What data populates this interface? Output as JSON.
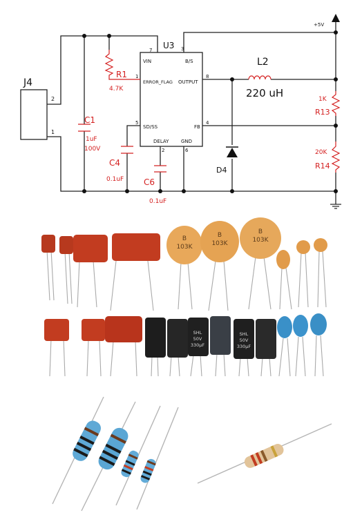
{
  "schematic": {
    "connector": {
      "ref": "J4",
      "pins": [
        "2",
        "1"
      ]
    },
    "ic": {
      "ref": "U3",
      "pins": {
        "vin": {
          "num": "7",
          "name": "VIN"
        },
        "error_flag": {
          "num": "1",
          "name": "ERROR_FLAG"
        },
        "sd_ss": {
          "num": "5",
          "name": "SD/SS"
        },
        "delay": {
          "num": "2",
          "name": "DELAY"
        },
        "gnd": {
          "num": "6",
          "name": "GND"
        },
        "bs": {
          "num": "3",
          "name": "B/S"
        },
        "output": {
          "num": "8",
          "name": "OUTPUT"
        },
        "fb": {
          "num": "4",
          "name": "FB"
        }
      }
    },
    "supply_label": "+5V",
    "components": {
      "R1": {
        "ref": "R1",
        "value": "4.7K"
      },
      "C1": {
        "ref": "C1",
        "value": "1uF",
        "voltage": "100V"
      },
      "C4": {
        "ref": "C4",
        "value": "0.1uF"
      },
      "C6": {
        "ref": "C6",
        "value": "0.1uF"
      },
      "L2": {
        "ref": "L2",
        "value": "220 uH"
      },
      "D4": {
        "ref": "D4"
      },
      "R13": {
        "ref": "R13",
        "value": "1K"
      },
      "R14": {
        "ref": "R14",
        "value": "20K"
      }
    },
    "colors": {
      "wire": "#222222",
      "component": "#d42020"
    }
  },
  "photos": {
    "capacitors": {
      "top_row": {
        "ceramic_disc_marking": "103K",
        "ceramic_disc_letter": "B"
      },
      "bottom_row": {
        "electrolytic_value": "330µF",
        "electrolytic_voltage": "50V",
        "electrolytic_brand": "SHL"
      }
    },
    "resistors": {
      "types": [
        "metal-film-blue",
        "carbon-film-beige"
      ]
    }
  }
}
